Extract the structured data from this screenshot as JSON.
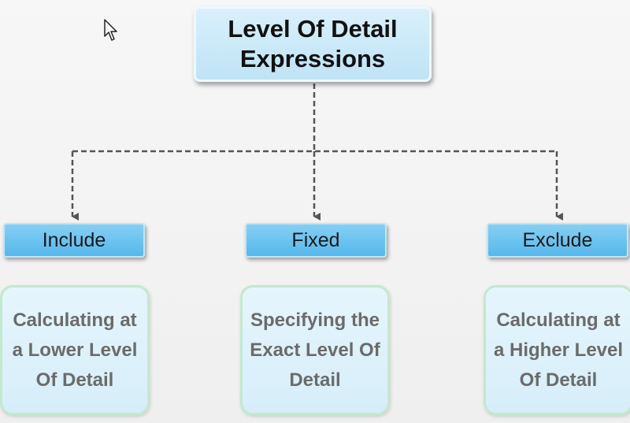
{
  "root": {
    "title": "Level Of Detail Expressions"
  },
  "branches": [
    {
      "label": "Include",
      "description": "Calculating at a Lower Level Of Detail"
    },
    {
      "label": "Fixed",
      "description": "Specifying the Exact Level Of Detail"
    },
    {
      "label": "Exclude",
      "description": "Calculating at a Higher Level Of Detail"
    }
  ],
  "colors": {
    "root_fill": "#cdeaf8",
    "branch_fill": "#6cc4f0",
    "description_fill": "#dff1fb",
    "description_border": "#c2e9cf",
    "description_text": "#6b6b6b",
    "connector": "#555555"
  },
  "icons": {
    "cursor": "mouse-pointer-icon"
  }
}
